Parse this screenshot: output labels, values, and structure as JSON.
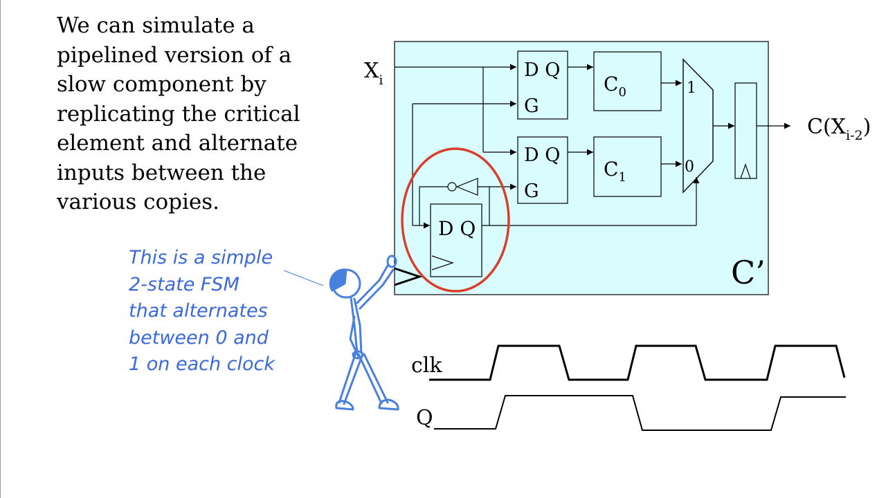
{
  "slide": {
    "body_lines": [
      "We can simulate a",
      "pipelined version of a",
      "slow component by",
      "replicating the critical",
      "element and alternate",
      "inputs between the",
      "various copies."
    ],
    "annotation_lines": [
      "This is a simple",
      "2-state FSM",
      "that alternates",
      "between 0 and",
      "1 on each clock"
    ]
  },
  "circuit": {
    "input_label": "X",
    "input_sub": "i",
    "output_label_pre": "C(X",
    "output_sub": "i-2",
    "output_label_post": ")",
    "box_label": "C’",
    "latch_top": {
      "dq": "D Q",
      "g": "G"
    },
    "latch_bottom": {
      "dq": "D Q",
      "g": "G"
    },
    "c0": {
      "label": "C",
      "sub": "0"
    },
    "c1": {
      "label": "C",
      "sub": "1"
    },
    "mux_in1": "1",
    "mux_in0": "0",
    "ff_label": "D Q"
  },
  "waveforms": {
    "clk_label": "clk",
    "q_label": "Q"
  },
  "colors": {
    "box_fill": "#d8fcff",
    "highlight_ring": "#d8402a",
    "annotation": "#3a6ad8",
    "stick_figure": "#4a80dd"
  }
}
